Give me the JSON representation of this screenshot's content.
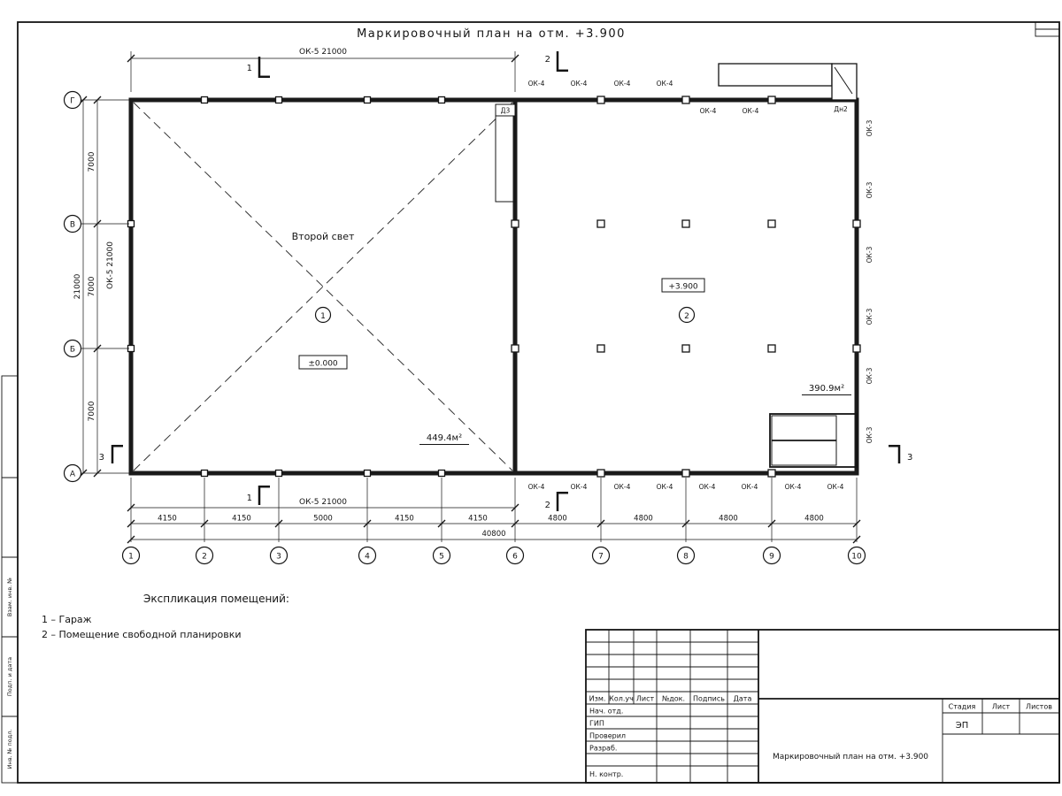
{
  "page": {
    "title": "Маркировочный план на отм. +3.900"
  },
  "axes": {
    "rows": [
      "Г",
      "В",
      "Б",
      "А"
    ],
    "cols": [
      "1",
      "2",
      "3",
      "4",
      "5",
      "6",
      "7",
      "8",
      "9",
      "10"
    ]
  },
  "dims": {
    "top_ok5": "ОК-5 21000",
    "left_ok5": "ОК-5 21000",
    "bottom_ok5": "ОК-5 21000",
    "left_spans": [
      "7000",
      "7000",
      "7000"
    ],
    "left_total": "21000",
    "bottom_spans": [
      "4150",
      "4150",
      "5000",
      "4150",
      "4150",
      "4800",
      "4800",
      "4800",
      "4800"
    ],
    "bottom_total": "40800"
  },
  "marks": {
    "ok3": "ОК-3",
    "ok4": "ОК-4",
    "d3": "Д3",
    "dn2": "Дн2"
  },
  "rooms": {
    "room1": {
      "number": "1",
      "label": "Второй свет",
      "level": "±0.000",
      "area": "449.4м²"
    },
    "room2": {
      "number": "2",
      "level": "+3.900",
      "area": "390.9м²"
    }
  },
  "sections": {
    "s1": "1",
    "s2": "2",
    "s3": "3"
  },
  "legend": {
    "heading": "Экспликация помещений:",
    "item1": "1 – Гараж",
    "item2": "2 – Помещение свободной планировки"
  },
  "titleblock": {
    "rev_cols": {
      "izm": "Изм.",
      "koluch": "Кол.уч",
      "list": "Лист",
      "ndok": "№док.",
      "podpis": "Подпись",
      "data": "Дата"
    },
    "roles": {
      "nach": "Нач. отд.",
      "gip": "ГИП",
      "prover": "Проверил",
      "razrab": "Разраб.",
      "nkontr": "Н. контр."
    },
    "stage_label": "Стадия",
    "list_label": "Лист",
    "listov_label": "Листов",
    "stage": "ЭП",
    "doc_title": "Маркировочный план на отм. +3.900"
  },
  "frame_labels": {
    "vzam": "Взам. инв. №",
    "podp": "Подп. и дата",
    "inv": "Инв. № подл."
  }
}
